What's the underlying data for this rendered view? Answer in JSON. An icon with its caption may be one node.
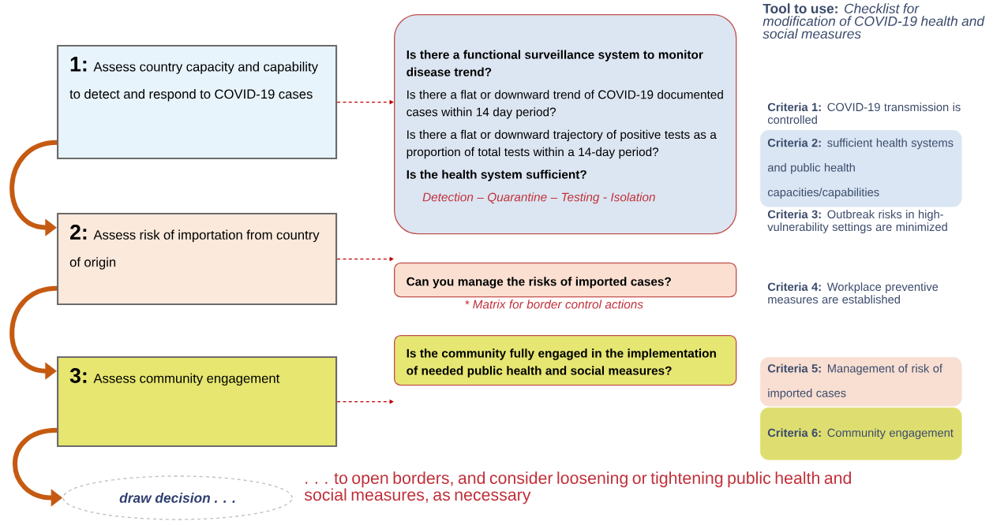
{
  "diagram": {
    "nodes": [
      {
        "text": [
          "1:",
          "Assess country capacity and capability to detect and respond to COVID-19 cases"
        ]
      },
      {
        "text": [
          "2:",
          "Assess risk of importation from country of origin"
        ]
      },
      {
        "text": [
          "3:",
          "Assess community engagement"
        ]
      },
      {
        "text": [
          "draw decision . . ."
        ],
        "beside": [
          ". . . to open borders, and consider loosening or tightening public health and social measures, as necessary"
        ]
      },
      {
        "text": [
          "Is there a functional surveillance system to monitor disease trend?",
          "Is there a flat or downward trend of COVID-19 documented cases within 14 day period?",
          "Is there a flat or downward trajectory of positive tests as a proportion of total tests within a 14-day period?",
          "Is the health system sufficient?",
          "Detection – Quarantine – Testing - Isolation"
        ]
      },
      {
        "text": [
          "Can you manage the risks of imported cases?"
        ],
        "beside": [
          "* Matrix for border control actions"
        ]
      },
      {
        "text": [
          "Is the community fully engaged in the implementation of needed public health and social measures?"
        ]
      },
      {
        "text": [
          "**Criteria 2:** sufficient health systems and public health capacities/capabilities"
        ]
      },
      {
        "text": [
          "**Criteria 5:** Management of risk of imported cases"
        ]
      },
      {
        "text": [
          "**Criteria 6:** Community engagement"
        ]
      }
    ],
    "edges": [
      {
        "from": 0,
        "to": 1,
        "arrow": "to",
        "style": "thick"
      },
      {
        "from": 1,
        "to": 2,
        "arrow": "to",
        "style": "thick"
      },
      {
        "from": 2,
        "to": 3,
        "arrow": "to",
        "style": "thick"
      },
      {
        "from": 0,
        "to": 4,
        "arrow": "to",
        "style": "dashed",
        "color": "#c00000"
      },
      {
        "from": 1,
        "to": 5,
        "arrow": "to",
        "style": "dashed",
        "color": "#c00000"
      },
      {
        "from": 2,
        "to": 6,
        "arrow": "to",
        "style": "dashed",
        "color": "#c00000"
      }
    ],
    "labels": [
      "**Tool to use:** *Checklist for modification of COVID-19 health and social measures*",
      "**Criteria 1:** COVID-19 transmission is controlled",
      "**Criteria 3:** Outbreak risks in high-vulnerability settings are minimized",
      "**Criteria 4:** Workplace preventive measures are established"
    ]
  }
}
